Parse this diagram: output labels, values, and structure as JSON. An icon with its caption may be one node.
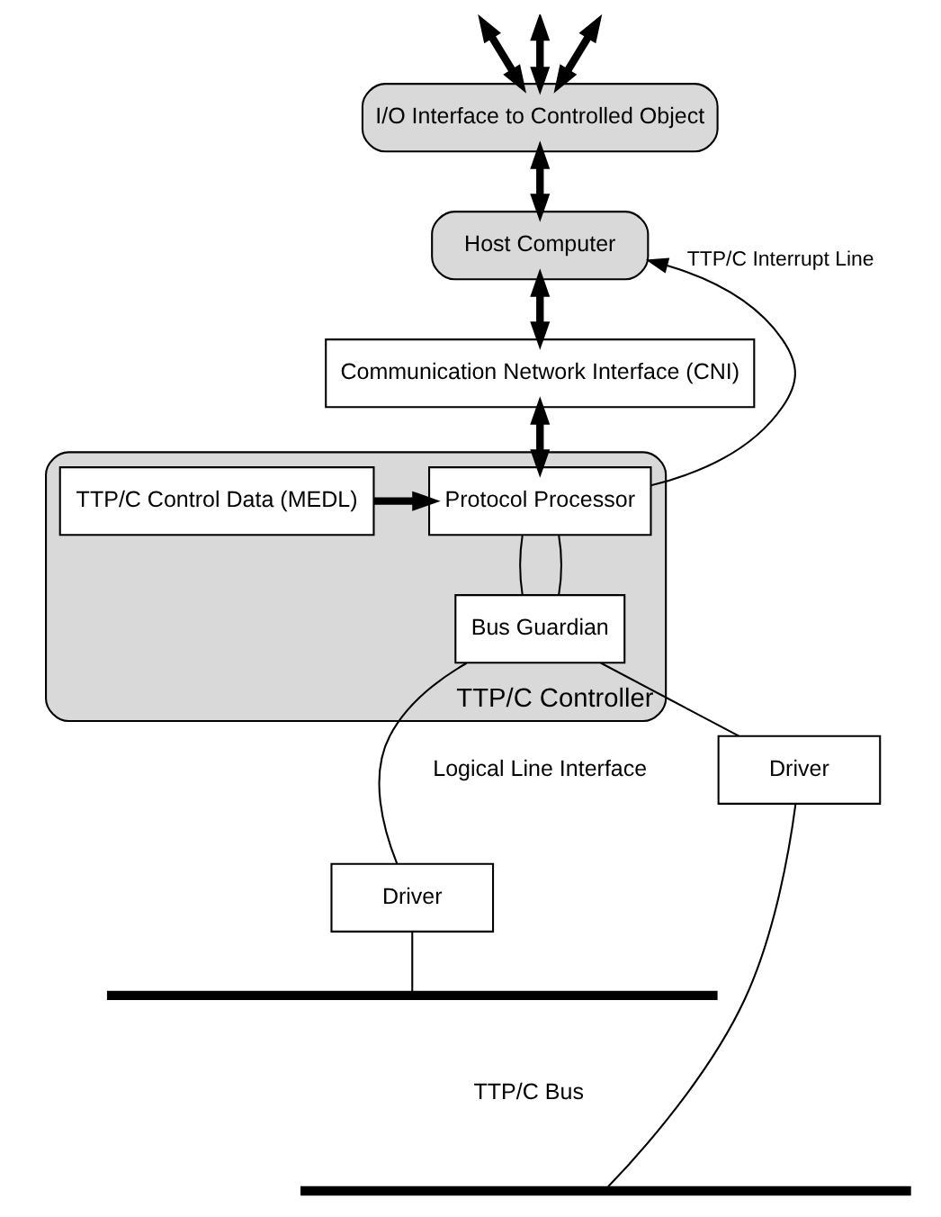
{
  "diagram": {
    "nodes": [
      {
        "text": [
          "I/O Interface to Controlled Object"
        ]
      },
      {
        "text": [
          "Host Computer"
        ]
      },
      {
        "text": [
          "TTP/C Controller"
        ]
      },
      {
        "text": [
          "Communication Network Interface (CNI)"
        ]
      },
      {
        "text": [
          "Protocol Processor"
        ],
        "in": 2
      },
      {
        "text": [
          "TTP/C Control Data (MEDL)"
        ],
        "in": 2
      },
      {
        "text": [
          "Bus Guardian"
        ],
        "in": 2
      },
      {
        "text": [
          "Driver"
        ]
      },
      {
        "text": [
          "Driver"
        ]
      },
      {
        "text": [],
        "shape": "bar"
      },
      {
        "text": [],
        "shape": "bar"
      }
    ],
    "edges": [
      {
        "from": null,
        "to": 0,
        "arrow": "both",
        "style": "thick"
      },
      {
        "from": null,
        "to": 0,
        "arrow": "both",
        "style": "thick"
      },
      {
        "from": null,
        "to": 0,
        "arrow": "both",
        "style": "thick"
      },
      {
        "from": 0,
        "to": 1,
        "arrow": "both",
        "style": "thick"
      },
      {
        "from": 1,
        "to": 3,
        "arrow": "both",
        "style": "thick"
      },
      {
        "from": 3,
        "to": 4,
        "arrow": "both",
        "style": "thick"
      },
      {
        "from": 5,
        "to": 4,
        "arrow": "to",
        "style": "thick"
      },
      {
        "from": 4,
        "to": 1,
        "arrow": "to",
        "label": "TTP/C Interrupt Line"
      },
      {
        "from": 4,
        "to": 6,
        "arrow": "none"
      },
      {
        "from": 4,
        "to": 6,
        "arrow": "none"
      },
      {
        "from": 6,
        "to": 7,
        "arrow": "none"
      },
      {
        "from": 6,
        "to": 8,
        "arrow": "none"
      },
      {
        "from": 7,
        "to": 9,
        "arrow": "none"
      },
      {
        "from": 8,
        "to": 10,
        "arrow": "none"
      }
    ],
    "labels": [
      "Logical Line Interface",
      "TTP/C Bus"
    ]
  }
}
